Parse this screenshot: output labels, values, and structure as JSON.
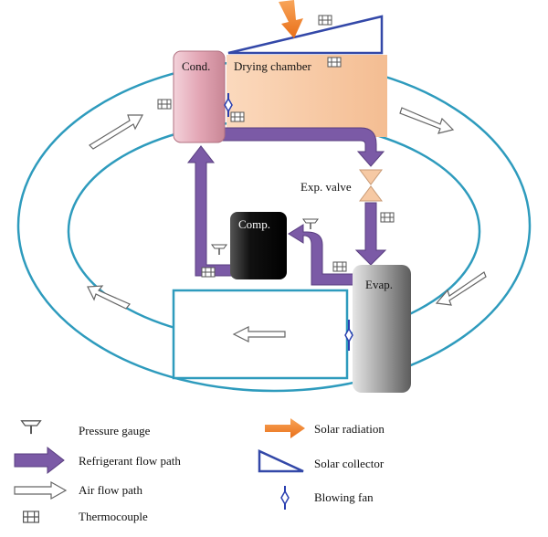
{
  "diagram": {
    "labels": {
      "condenser": "Cond.",
      "drying_chamber": "Drying chamber",
      "expansion_valve": "Exp. valve",
      "compressor": "Comp.",
      "evaporator": "Evap."
    },
    "legend": {
      "pressure_gauge": "Pressure gauge",
      "refrigerant_flow_path": "Refrigerant flow path",
      "air_flow_path": "Air flow path",
      "thermocouple": "Thermocouple",
      "solar_radiation": "Solar radiation",
      "solar_collector": "Solar collector",
      "blowing_fan": "Blowing fan"
    },
    "colors": {
      "refrigerant": "#7b5aa6",
      "air_loop": "#2e9bbd",
      "solar_radiation": "#f0802a",
      "solar_collector": "#3348a8",
      "blowing_fan": "#2a3fb0",
      "drying_chamber": "#f6c9a4",
      "condenser": "#e7b0be",
      "compressor": "#1c1c1c",
      "evaporator": "#9a9a9a"
    }
  }
}
